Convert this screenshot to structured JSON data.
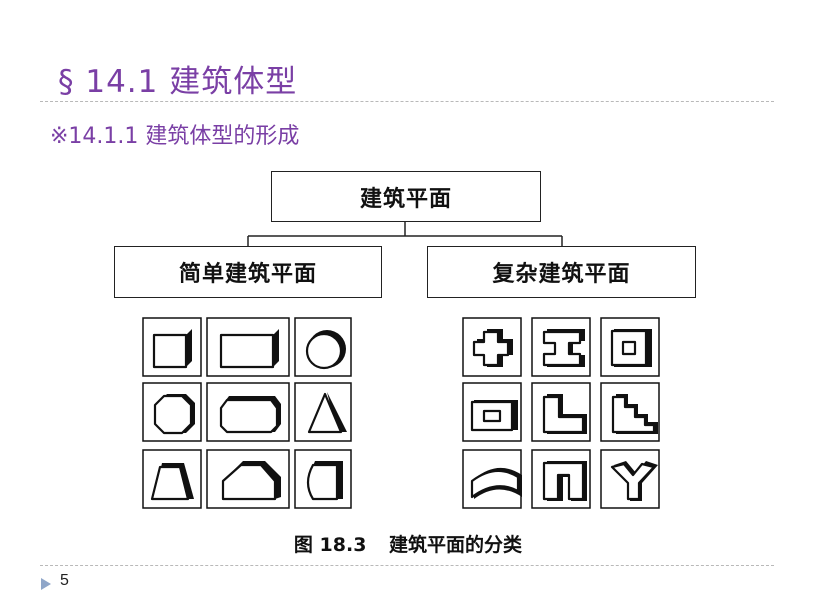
{
  "slide": {
    "title": "§ 14.1 建筑体型",
    "subtitle": "※14.1.1 建筑体型的形成",
    "page_number": "5"
  },
  "diagram": {
    "root": "建筑平面",
    "branches": [
      "简单建筑平面",
      "复杂建筑平面"
    ],
    "simple_shapes": [
      "cube-icon",
      "box-icon",
      "cylinder-icon",
      "octagon-prism-icon",
      "hexagon-slab-icon",
      "triangle-prism-icon",
      "trapezoid-prism-icon",
      "pentagon-prism-icon",
      "arc-prism-icon"
    ],
    "complex_shapes": [
      "cross-shape-icon",
      "i-shape-icon",
      "square-ring-icon",
      "rect-ring-icon",
      "l-shape-icon",
      "stair-shape-icon",
      "curved-slab-icon",
      "u-shape-icon",
      "y-shape-icon"
    ]
  },
  "caption": {
    "figure": "图 18.3",
    "text": "建筑平面的分类"
  },
  "colors": {
    "title": "#7a3fa5",
    "arrow": "#8fa6c9"
  }
}
